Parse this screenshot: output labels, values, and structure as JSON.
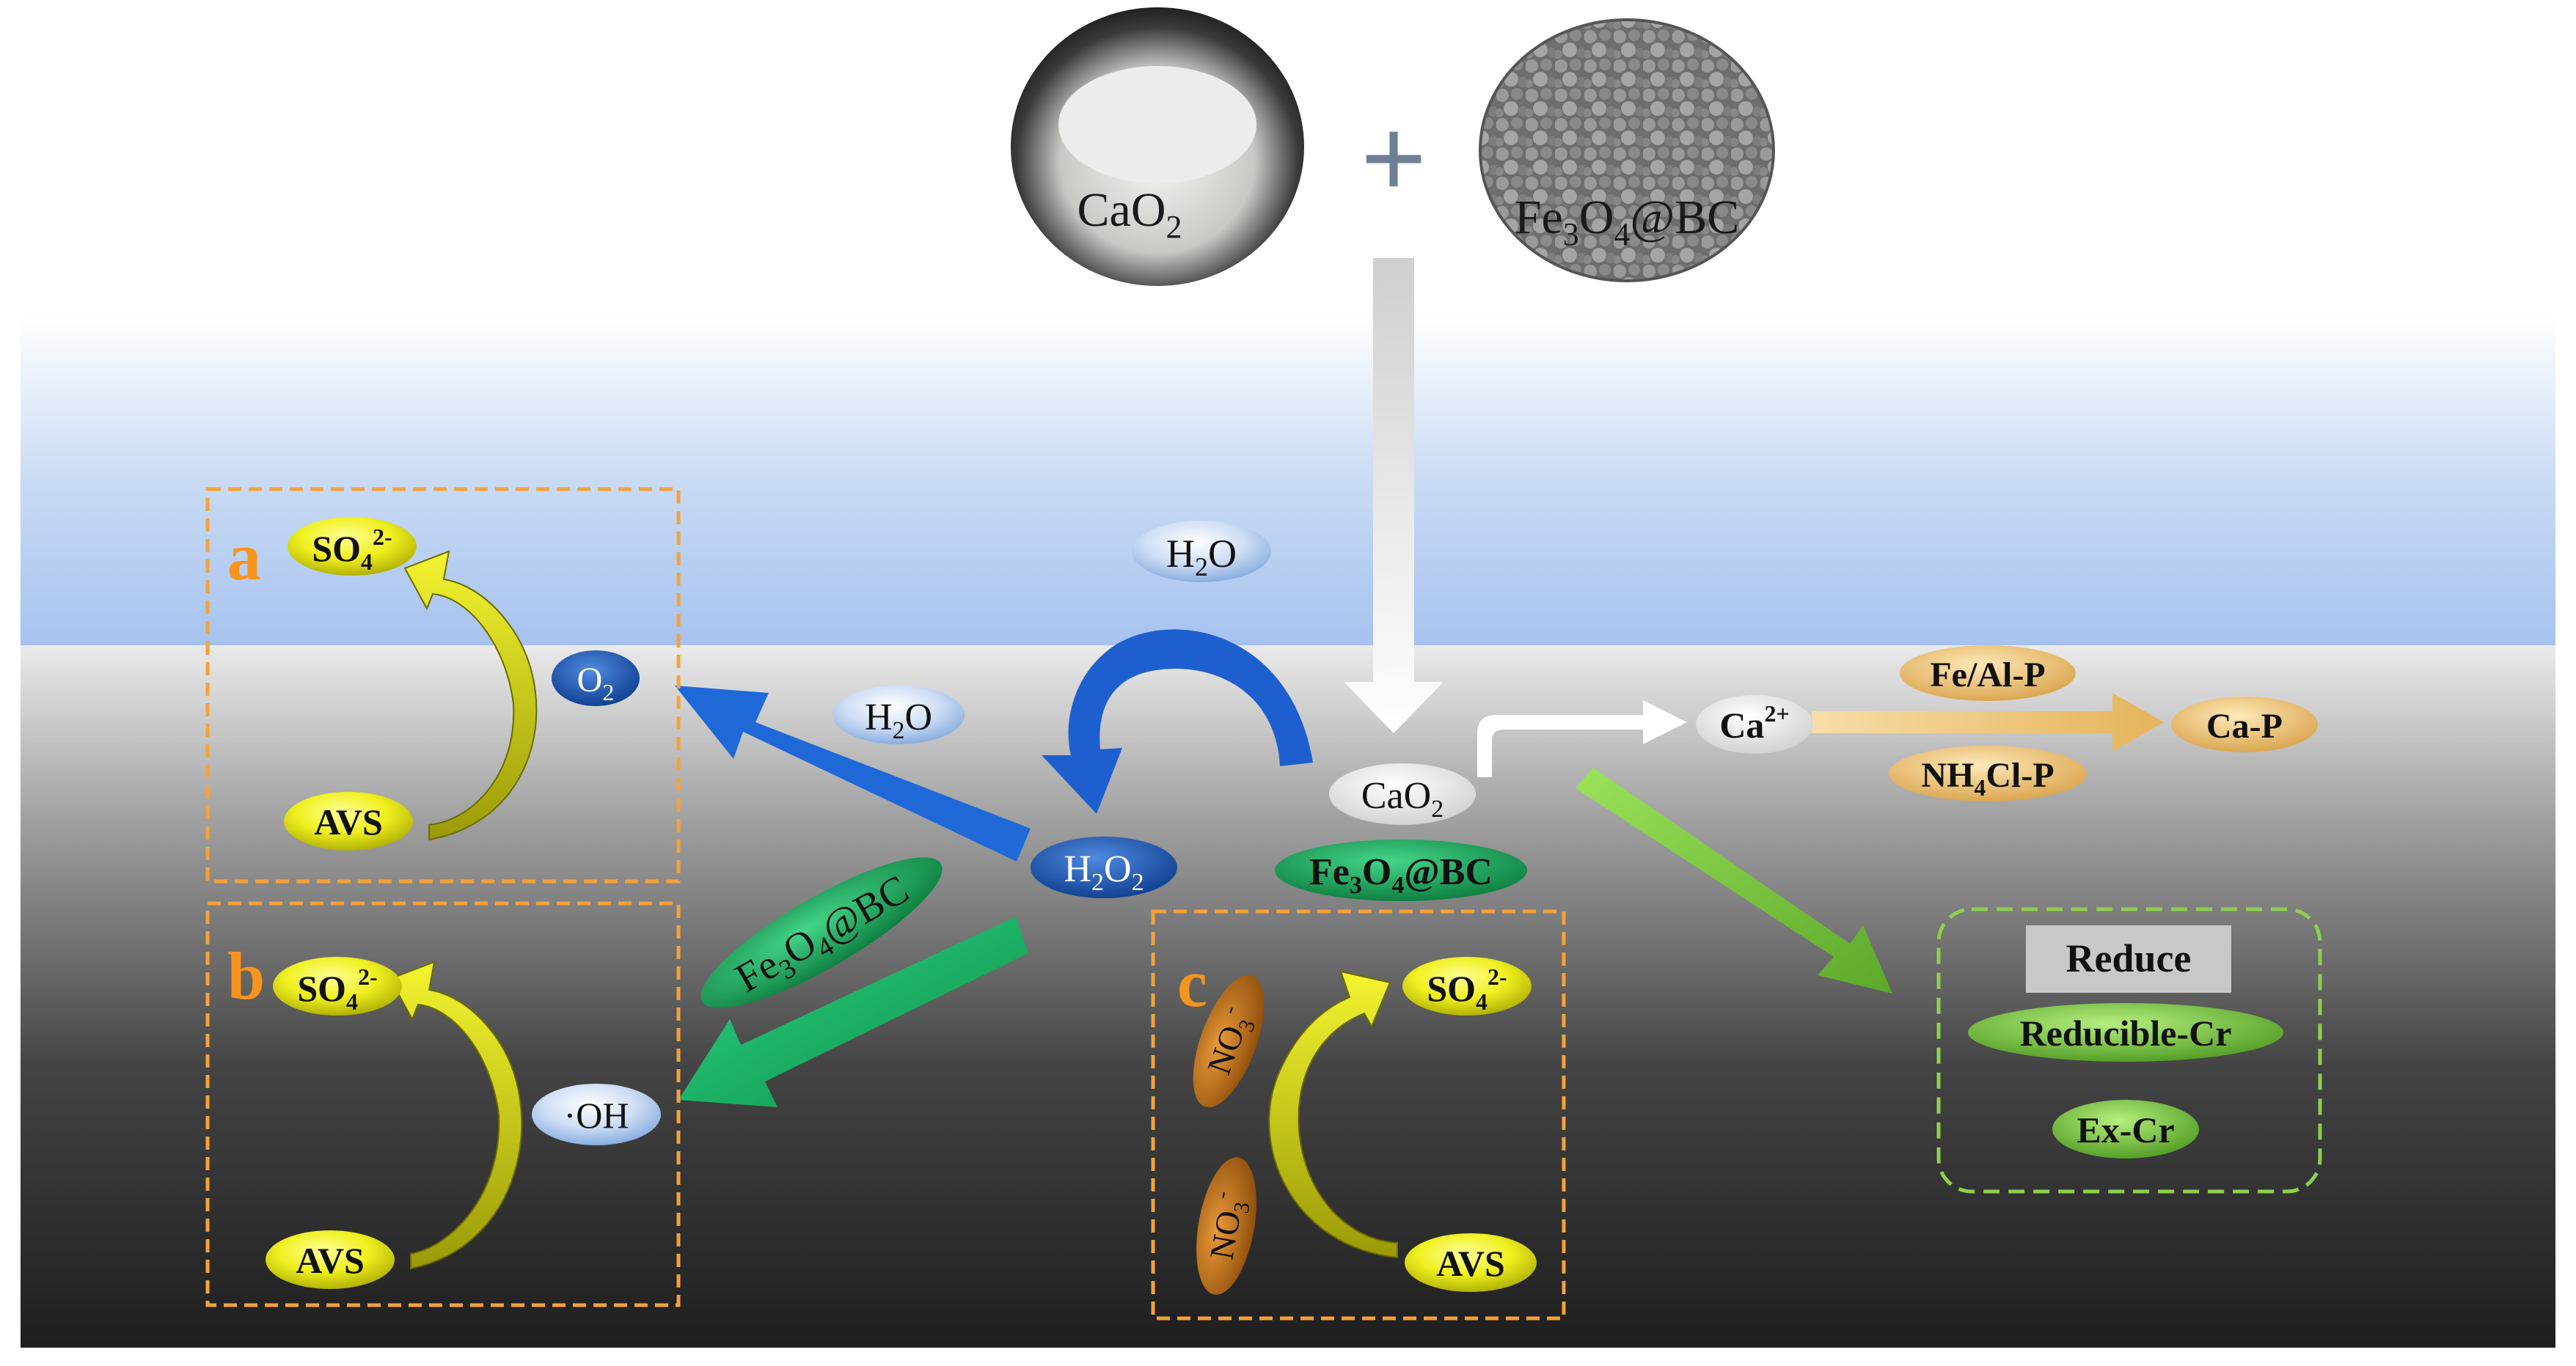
{
  "inputs": {
    "cao2_photo_label": "CaO",
    "cao2_photo_sub": "2",
    "fe3o4bc_photo_label": [
      "Fe",
      "3",
      "O",
      "4",
      "@BC"
    ],
    "plus_symbol": "+"
  },
  "center": {
    "water_top": [
      "H",
      "2",
      "O"
    ],
    "water_mid": [
      "H",
      "2",
      "O"
    ],
    "cao2": [
      "CaO",
      "2"
    ],
    "fe3o4bc": [
      "Fe",
      "3",
      "O",
      "4",
      "@BC"
    ],
    "h2o2": [
      "H",
      "2",
      "O",
      "2"
    ],
    "fe3o4bc_arrow": [
      "Fe",
      "3",
      "O",
      "4",
      "@BC"
    ]
  },
  "box_a": {
    "letter": "a",
    "so4": [
      "SO",
      "4",
      "2-"
    ],
    "o2": [
      "O",
      "2"
    ],
    "avs": "AVS"
  },
  "box_b": {
    "letter": "b",
    "so4": [
      "SO",
      "4",
      "2-"
    ],
    "oh": "·OH",
    "avs": "AVS"
  },
  "box_c": {
    "letter": "c",
    "so4": [
      "SO",
      "4",
      "2-"
    ],
    "no3_top": [
      "NO",
      "3",
      "-"
    ],
    "no3_bottom": [
      "NO",
      "3",
      "-"
    ],
    "avs": "AVS"
  },
  "phosphorus": {
    "ca2": [
      "Ca",
      "2+"
    ],
    "fe_al_p": "Fe/Al-P",
    "nh4cl_p": [
      "NH",
      "4",
      "Cl-P"
    ],
    "ca_p": "Ca-P"
  },
  "chromium": {
    "heading": "Reduce",
    "reducible": "Reducible-Cr",
    "ex": "Ex-Cr"
  },
  "colors": {
    "water": "#a9c4ee",
    "sediment_top": "#e4e4e4",
    "sediment_bottom": "#232323",
    "dashed_box": "#f4a23a",
    "green_box": "#8fcf4f",
    "letter": "#f7941d",
    "yellow_ellipse": "#e8e815",
    "blue_ellipse": "#1a5ab8",
    "light_blue_ellipse": "#bcd2f0",
    "green_ellipse": "#1aa15a",
    "orange_ellipse": "#c8711a",
    "tan_ellipse": "#f0c779",
    "light_green_ellipse": "#7ccc4a"
  }
}
